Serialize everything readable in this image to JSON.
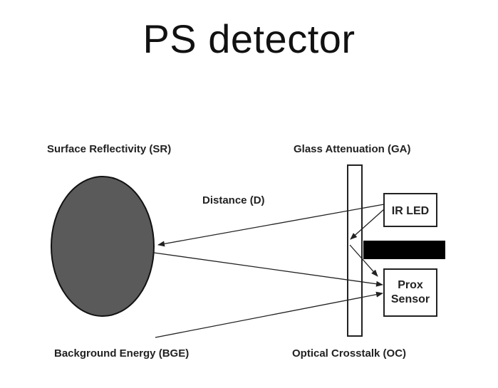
{
  "title": "PS detector",
  "labels": {
    "surface_reflectivity": "Surface Reflectivity (SR)",
    "glass_attenuation": "Glass Attenuation (GA)",
    "distance": "Distance (D)",
    "background_energy": "Background Energy (BGE)",
    "optical_crosstalk": "Optical Crosstalk (OC)"
  },
  "boxes": {
    "ir_led": "IR LED",
    "prox_sensor_line1": "Prox",
    "prox_sensor_line2": "Sensor"
  },
  "colors": {
    "surface_fill": "#5a5a5a",
    "barrier_fill": "#000000",
    "line": "#222222"
  }
}
